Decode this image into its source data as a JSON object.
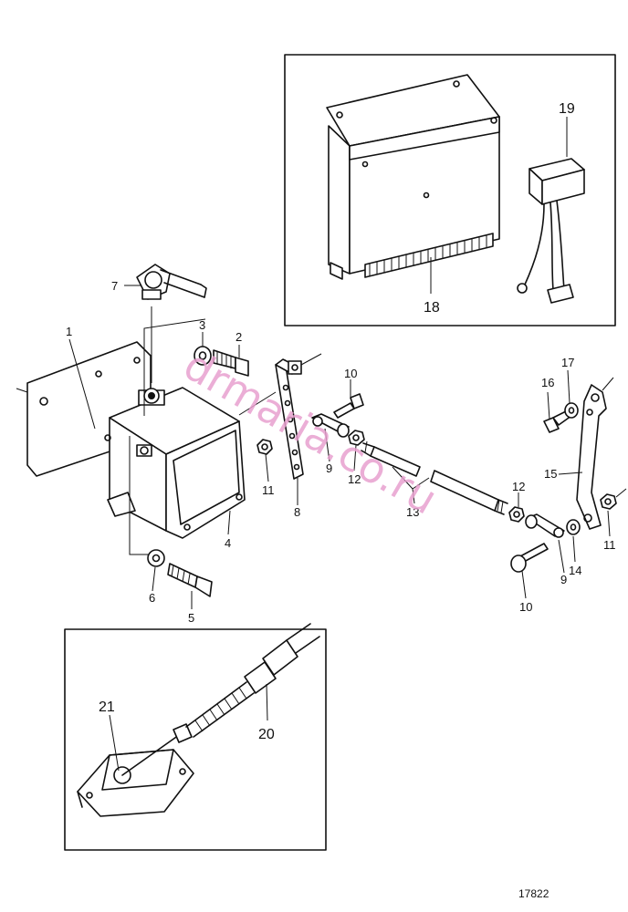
{
  "labels": {
    "l1": "1",
    "l2": "2",
    "l3": "3",
    "l4": "4",
    "l5": "5",
    "l6": "6",
    "l7": "7",
    "l8": "8",
    "l9a": "9",
    "l9b": "9",
    "l10a": "10",
    "l10b": "10",
    "l11a": "11",
    "l11b": "11",
    "l12a": "12",
    "l12b": "12",
    "l13": "13",
    "l14": "14",
    "l15": "15",
    "l16": "16",
    "l17": "17",
    "l18": "18",
    "l19": "19",
    "l20": "20",
    "l21": "21"
  },
  "watermark": "drmaria.co.ru",
  "figure_number": "17822"
}
